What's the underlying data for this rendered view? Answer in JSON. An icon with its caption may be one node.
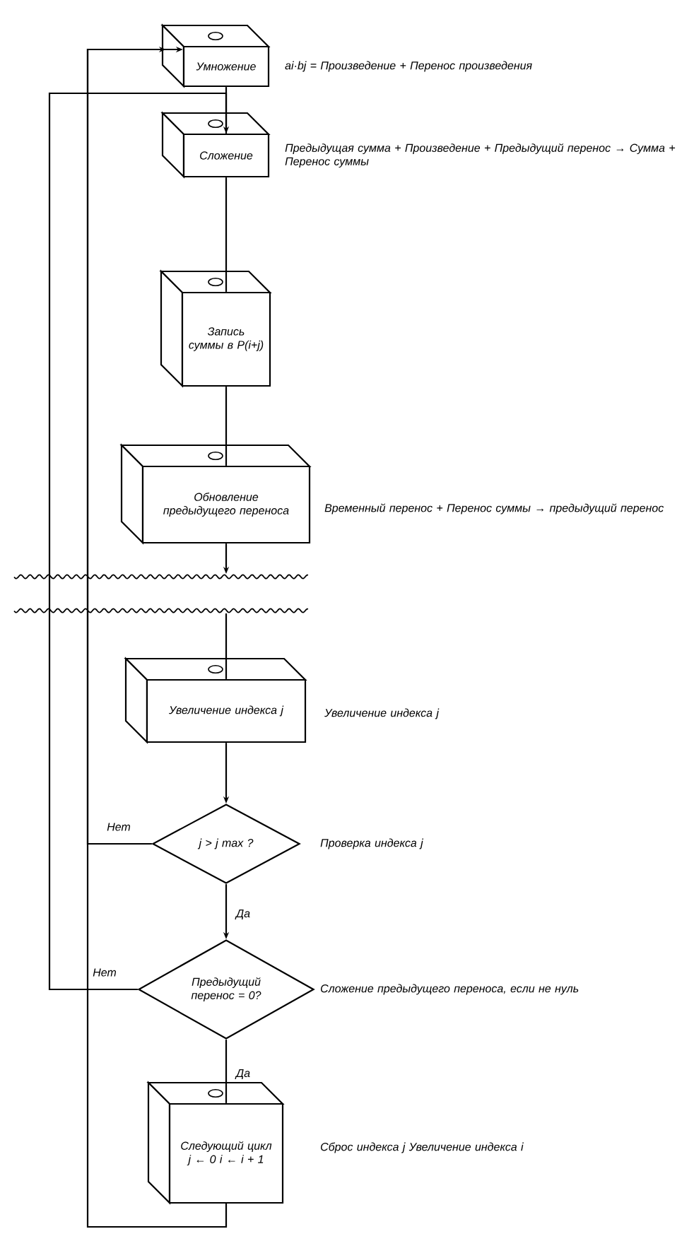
{
  "diagram": {
    "nodes": [
      {
        "text": [
          "Умножение"
        ],
        "beside": [
          "ai·bj = Произведение + Перенос произведения"
        ]
      },
      {
        "text": [
          "Сложение"
        ],
        "beside": [
          "Предыдущая сумма + Произведение + Предыдущий перенос → Сумма + Перенос суммы"
        ]
      },
      {
        "text": [
          "Запись суммы в P(i+j)"
        ]
      },
      {
        "text": [
          "Обновление предыдущего переноса"
        ],
        "beside": [
          "Временный перенос + Перенос суммы → предыдущий перенос"
        ]
      },
      {
        "text": [
          "Увеличение индекса j"
        ],
        "beside": [
          "Увеличение индекса j"
        ]
      },
      {
        "text": [
          "j > j max ?"
        ],
        "beside": [
          "Проверка индекса j"
        ]
      },
      {
        "text": [
          "Предыдущий перенос = 0?"
        ],
        "beside": [
          "Сложение предыдущего переноса, если не нуль"
        ]
      },
      {
        "text": [
          "Следующий цикл j ← 0 i ← i + 1"
        ],
        "beside": [
          "Сброс индекса j Увеличение индекса i"
        ]
      }
    ],
    "edges": [
      {
        "from": 0,
        "to": 1,
        "arrow": "none"
      },
      {
        "from": 1,
        "to": 2,
        "arrow": "none"
      },
      {
        "from": 2,
        "to": 3,
        "arrow": "none"
      },
      {
        "from": 3,
        "to": null,
        "arrow": "to"
      },
      {
        "from": null,
        "to": 4,
        "arrow": "none"
      },
      {
        "from": 4,
        "to": 5,
        "arrow": "to"
      },
      {
        "from": 5,
        "to": 0,
        "arrow": "to",
        "label": "Нет"
      },
      {
        "from": 5,
        "to": 6,
        "arrow": "to",
        "label": "Да"
      },
      {
        "from": 6,
        "to": 1,
        "arrow": "to",
        "label": "Нет"
      },
      {
        "from": 6,
        "to": 7,
        "arrow": "none",
        "label": "Да"
      },
      {
        "from": 7,
        "to": 0,
        "arrow": "to"
      }
    ]
  }
}
